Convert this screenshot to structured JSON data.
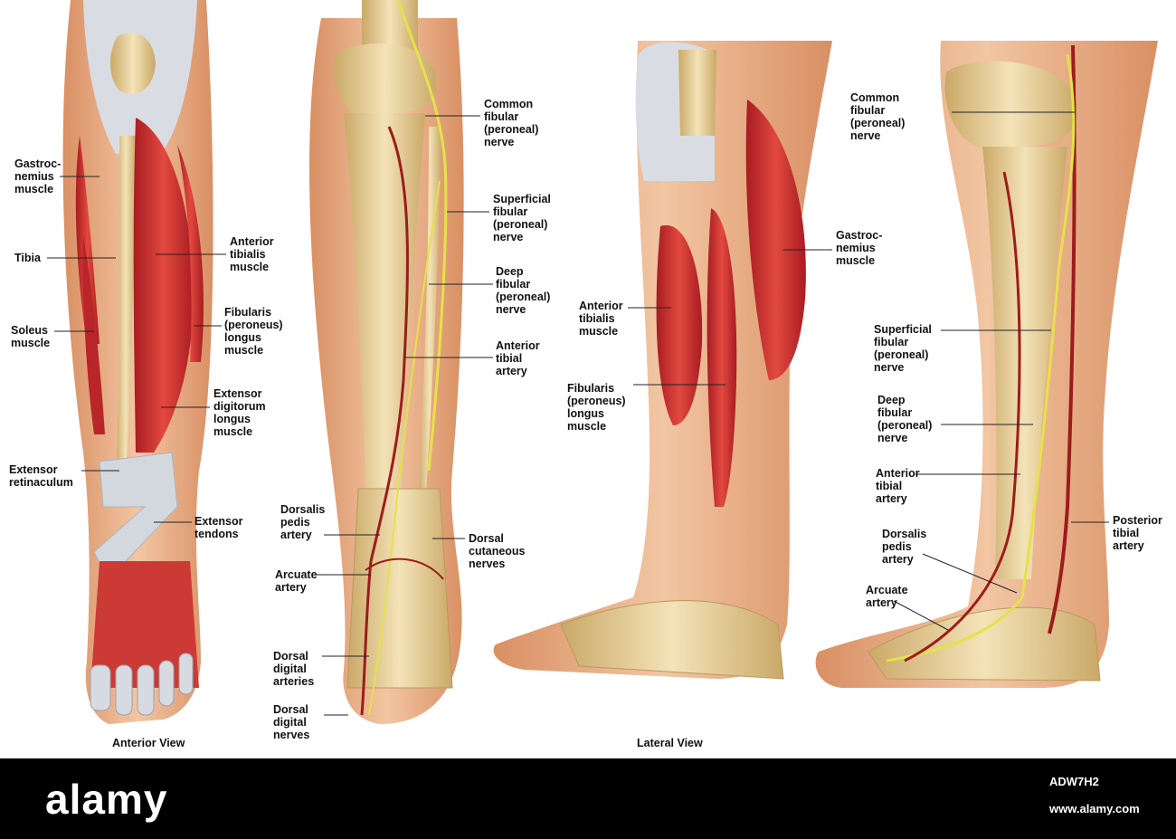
{
  "panels": {
    "anterior_muscles": {
      "labels": [
        "Gastroc-\nnemius\nmuscle",
        "Tibia",
        "Soleus\nmuscle",
        "Extensor\nretinaculum",
        "Anterior\ntibialis\nmuscle",
        "Fibularis\n(peroneus)\nlongus\nmuscle",
        "Extensor\ndigitorum\nlongus\nmuscle",
        "Extensor\ntendons"
      ]
    },
    "anterior_vessels": {
      "labels": [
        "Common\nfibular\n(peroneal)\nnerve",
        "Superficial\nfibular\n(peroneal)\nnerve",
        "Deep\nfibular\n(peroneal)\nnerve",
        "Anterior\ntibial\nartery",
        "Dorsalis\npedis\nartery",
        "Dorsal\ncutaneous\nnerves",
        "Arcuate\nartery",
        "Dorsal\ndigital\narteries",
        "Dorsal\ndigital\nnerves"
      ]
    },
    "lateral_muscles": {
      "labels": [
        "Gastroc-\nnemius\nmuscle",
        "Anterior\ntibialis\nmuscle",
        "Fibularis\n(peroneus)\nlongus\nmuscle"
      ]
    },
    "lateral_vessels": {
      "labels": [
        "Common\nfibular\n(peroneal)\nnerve",
        "Superficial\nfibular\n(peroneal)\nnerve",
        "Deep\nfibular\n(peroneal)\nnerve",
        "Anterior\ntibial\nartery",
        "Posterior\ntibial\nartery",
        "Dorsalis\npedis\nartery",
        "Arcuate\nartery"
      ]
    }
  },
  "captions": {
    "anterior": "Anterior View",
    "lateral": "Lateral View"
  },
  "footer": {
    "brand": "alamy",
    "image_id": "ADW7H2",
    "url": "www.alamy.com"
  },
  "colors": {
    "skin": "#e9b08a",
    "skin_dark": "#d98f63",
    "muscle": "#c8262b",
    "muscle_light": "#e35a4f",
    "bone": "#ead3a0",
    "tendon": "#d9dde3",
    "nerve": "#e4e24a",
    "artery": "#9c1c1c"
  }
}
